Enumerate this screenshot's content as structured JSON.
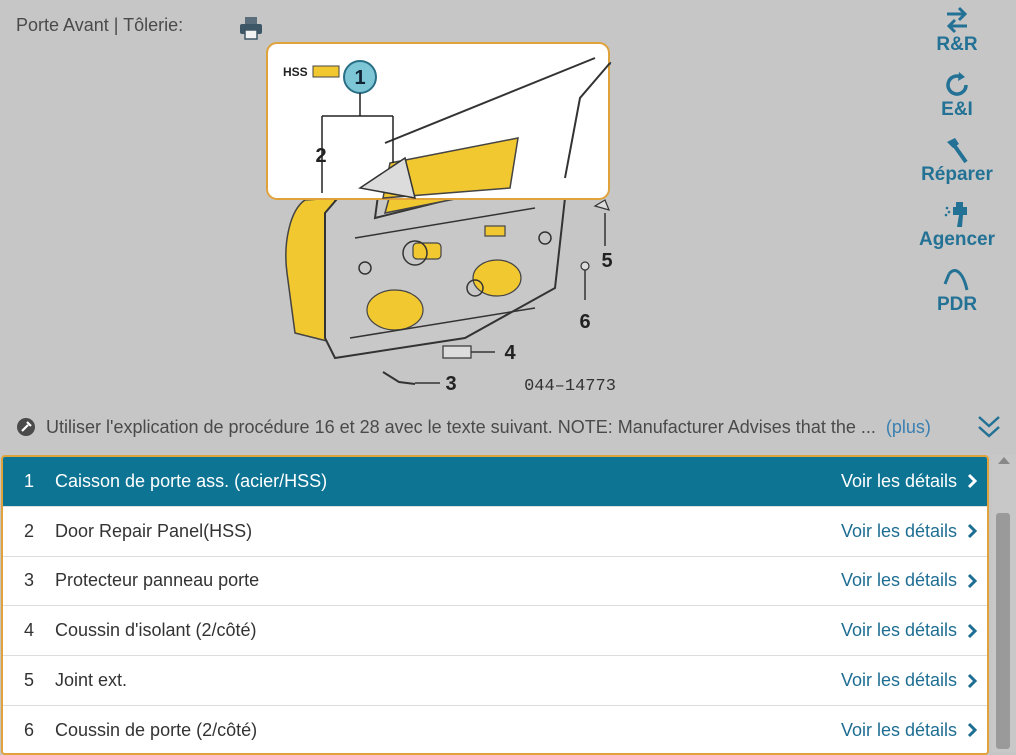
{
  "header": {
    "title": "Porte Avant | Tôlerie:"
  },
  "diagram": {
    "hss_label": "HSS",
    "callouts": [
      "1",
      "2",
      "3",
      "4",
      "5",
      "6"
    ],
    "ref_code": "044–14773"
  },
  "toolbar": [
    {
      "label": "R&R",
      "icon": "swap-arrows-icon"
    },
    {
      "label": "E&I",
      "icon": "refresh-icon"
    },
    {
      "label": "Réparer",
      "icon": "hammer-icon"
    },
    {
      "label": "Agencer",
      "icon": "spray-gun-icon"
    },
    {
      "label": "PDR",
      "icon": "pdr-tool-icon"
    }
  ],
  "notes": {
    "text": "Utiliser l'explication de procédure 16 et 28 avec le texte suivant. NOTE: Manufacturer Advises that the ...",
    "more": "(plus)"
  },
  "parts": [
    {
      "num": "1",
      "name": "Caisson de porte ass. (acier/HSS)",
      "details": "Voir les détails"
    },
    {
      "num": "2",
      "name": "Door Repair Panel(HSS)",
      "details": "Voir les détails"
    },
    {
      "num": "3",
      "name": "Protecteur panneau porte",
      "details": "Voir les détails"
    },
    {
      "num": "4",
      "name": "Coussin d'isolant (2/côté)",
      "details": "Voir les détails"
    },
    {
      "num": "5",
      "name": "Joint ext.",
      "details": "Voir les détails"
    },
    {
      "num": "6",
      "name": "Coussin de porte (2/côté)",
      "details": "Voir les détails"
    }
  ],
  "colors": {
    "accent": "#237295",
    "active_row": "#0e7494",
    "highlight_border": "#e0a33c",
    "hss_yellow": "#f2c830"
  }
}
